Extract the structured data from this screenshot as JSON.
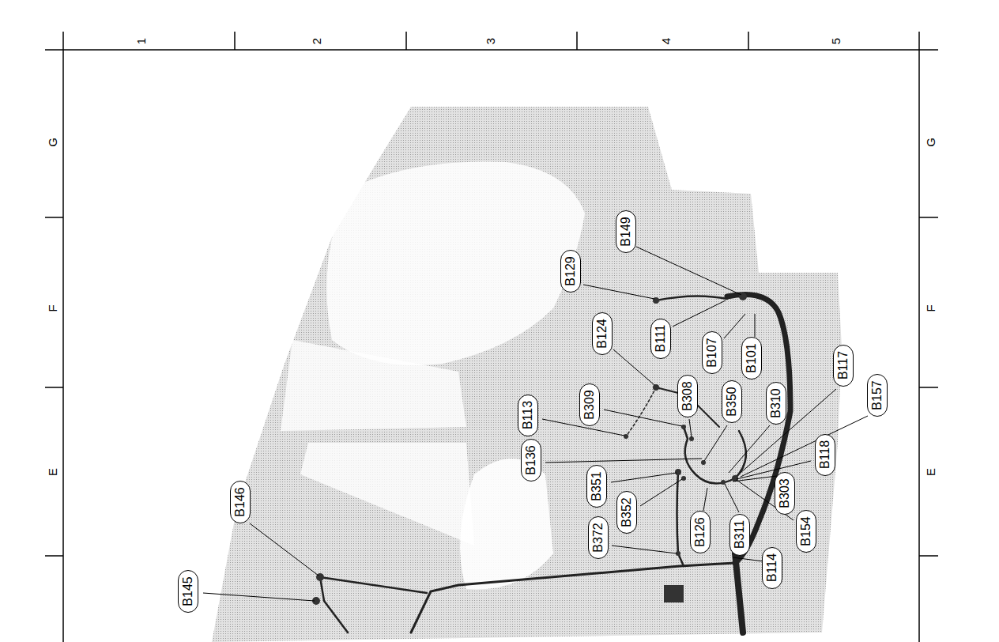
{
  "diagram": {
    "nodes": [
      {
        "text": [
          "B149"
        ]
      },
      {
        "text": [
          "B129"
        ]
      },
      {
        "text": [
          "B124"
        ]
      },
      {
        "text": [
          "B111"
        ]
      },
      {
        "text": [
          "B107"
        ]
      },
      {
        "text": [
          "B101"
        ]
      },
      {
        "text": [
          "B117"
        ]
      },
      {
        "text": [
          "B157"
        ]
      },
      {
        "text": [
          "B309"
        ]
      },
      {
        "text": [
          "B113"
        ]
      },
      {
        "text": [
          "B308"
        ]
      },
      {
        "text": [
          "B350"
        ]
      },
      {
        "text": [
          "B310"
        ]
      },
      {
        "text": [
          "B136"
        ]
      },
      {
        "text": [
          "B118"
        ]
      },
      {
        "text": [
          "B351"
        ]
      },
      {
        "text": [
          "B303"
        ]
      },
      {
        "text": [
          "B146"
        ]
      },
      {
        "text": [
          "B352"
        ]
      },
      {
        "text": [
          "B126"
        ]
      },
      {
        "text": [
          "B311"
        ]
      },
      {
        "text": [
          "B154"
        ]
      },
      {
        "text": [
          "B372"
        ]
      },
      {
        "text": [
          "B114"
        ]
      },
      {
        "text": [
          "B145"
        ]
      }
    ],
    "labels": [
      "1",
      "2",
      "3",
      "4",
      "5",
      "G",
      "F",
      "E",
      "G",
      "F",
      "E"
    ]
  }
}
